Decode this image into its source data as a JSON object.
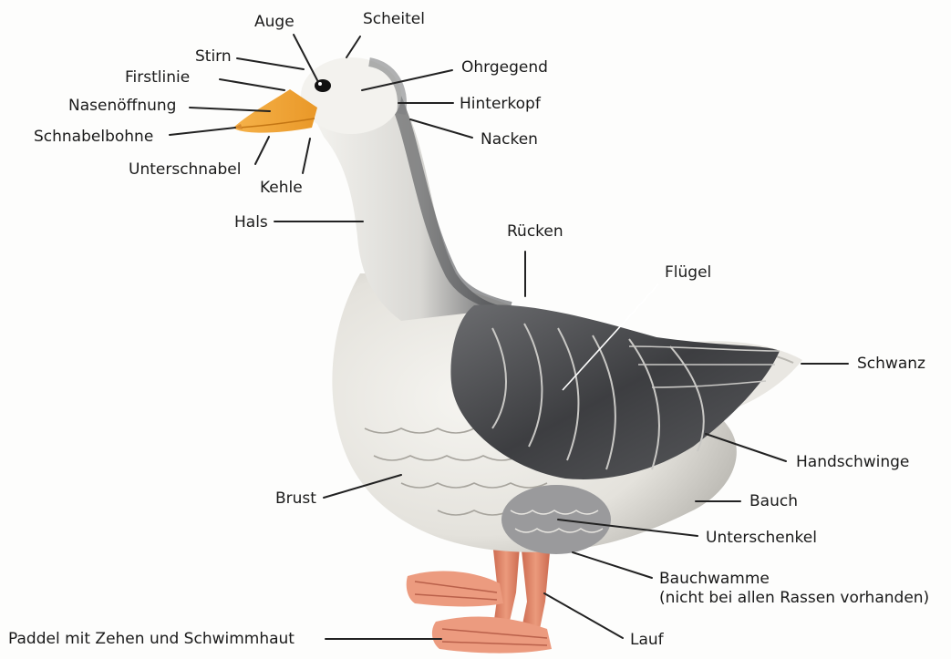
{
  "labels": {
    "auge": "Auge",
    "scheitel": "Scheitel",
    "stirn": "Stirn",
    "firstlinie": "Firstlinie",
    "nasenoeffnung": "Nasenöffnung",
    "schnabelbohne": "Schnabelbohne",
    "unterschnabel": "Unterschnabel",
    "kehle": "Kehle",
    "hals": "Hals",
    "ohrgegend": "Ohrgegend",
    "hinterkopf": "Hinterkopf",
    "nacken": "Nacken",
    "ruecken": "Rücken",
    "fluegel": "Flügel",
    "schwanz": "Schwanz",
    "handschwinge": "Handschwinge",
    "brust": "Brust",
    "bauch": "Bauch",
    "unterschenkel": "Unterschenkel",
    "bauchwamme": "Bauchwamme",
    "bauchwamme_note": "(nicht bei allen Rassen vorhanden)",
    "paddel": "Paddel mit Zehen und Schwimmhaut",
    "lauf": "Lauf"
  },
  "colors": {
    "beak": "#f2a93b",
    "legs": "#e28a6c",
    "feather_dark": "#4a4a4c",
    "feather_mid": "#8e8f92",
    "body_light": "#f1efea"
  }
}
